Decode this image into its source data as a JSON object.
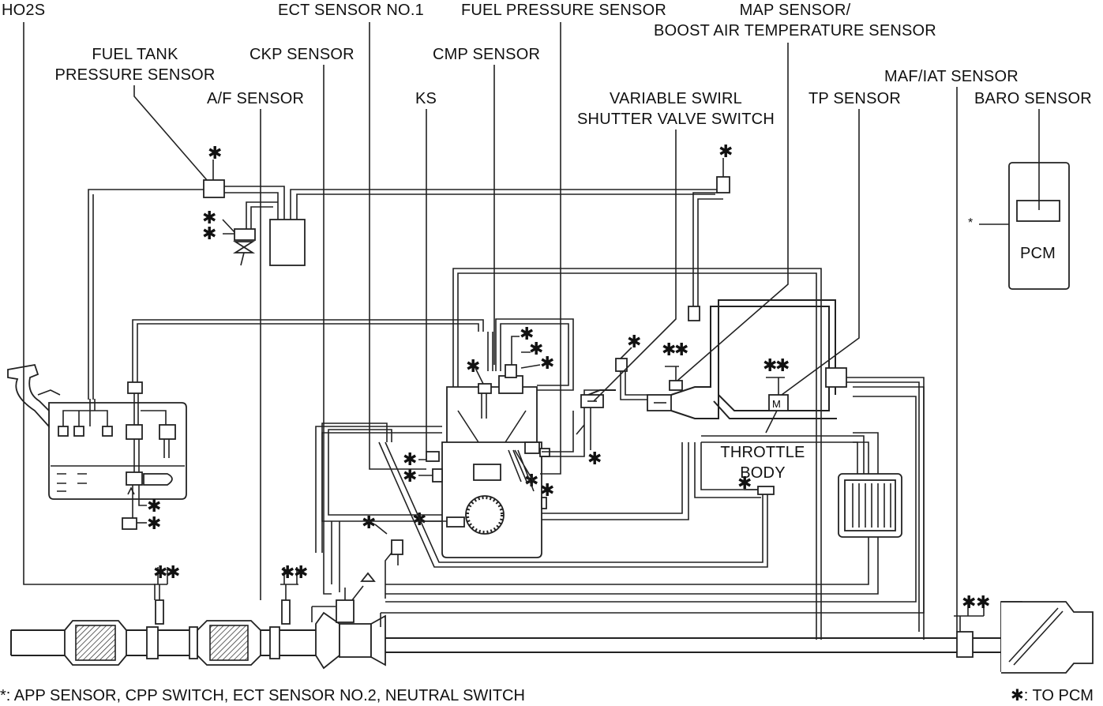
{
  "labels": {
    "ho2s": "HO2S",
    "ect_sensor_1": "ECT SENSOR NO.1",
    "fuel_pressure_sensor": "FUEL PRESSURE SENSOR",
    "map_sensor_line1": "MAP SENSOR/",
    "map_sensor_line2": "BOOST AIR TEMPERATURE SENSOR",
    "fuel_tank_pressure_line1": "FUEL TANK",
    "fuel_tank_pressure_line2": "PRESSURE SENSOR",
    "ckp_sensor": "CKP SENSOR",
    "cmp_sensor": "CMP SENSOR",
    "maf_iat_sensor": "MAF/IAT SENSOR",
    "af_sensor": "A/F SENSOR",
    "ks": "KS",
    "variable_swirl_line1": "VARIABLE SWIRL",
    "variable_swirl_line2": "SHUTTER VALVE SWITCH",
    "tp_sensor": "TP SENSOR",
    "baro_sensor": "BARO SENSOR",
    "pcm": "PCM",
    "throttle_body_line1": "THROTTLE",
    "throttle_body_line2": "BODY",
    "pcm_asterisk": "*"
  },
  "footnotes": {
    "left": "*: APP SENSOR, CPP SWITCH, ECT SENSOR NO.2, NEUTRAL SWITCH",
    "right": "✱: TO PCM"
  },
  "colors": {
    "line": "#222222",
    "background": "#ffffff"
  }
}
